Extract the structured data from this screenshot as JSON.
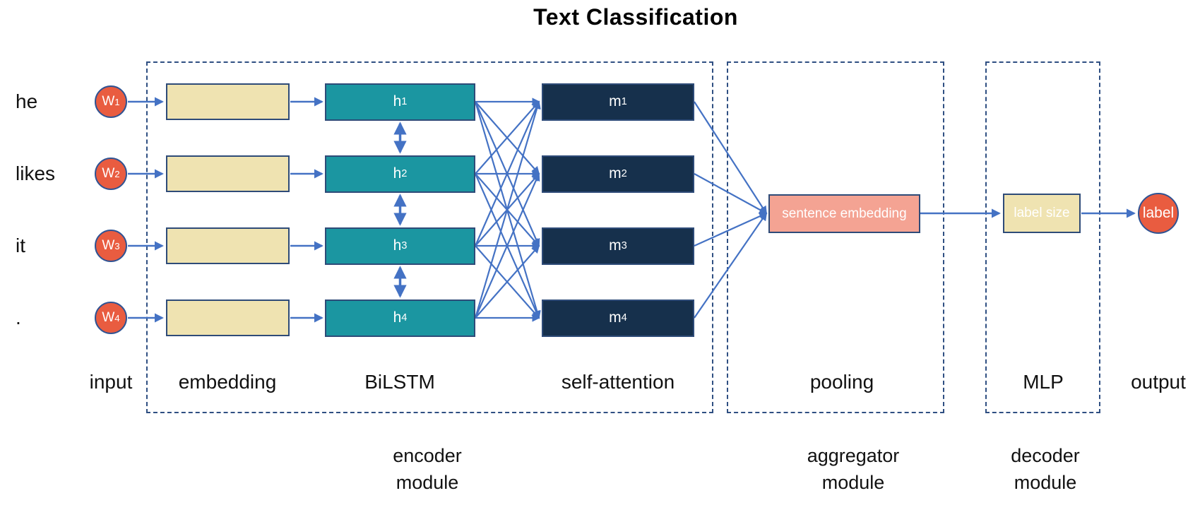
{
  "title": "Text Classification",
  "rows": [
    {
      "word": "he",
      "w": "W",
      "w_sub": "1",
      "h": "h",
      "h_sub": "1",
      "m": "m",
      "m_sub": "1"
    },
    {
      "word": "likes",
      "w": "W",
      "w_sub": "2",
      "h": "h",
      "h_sub": "2",
      "m": "m",
      "m_sub": "2"
    },
    {
      "word": "it",
      "w": "W",
      "w_sub": "3",
      "h": "h",
      "h_sub": "3",
      "m": "m",
      "m_sub": "3"
    },
    {
      "word": ".",
      "w": "W",
      "w_sub": "4",
      "h": "h",
      "h_sub": "4",
      "m": "m",
      "m_sub": "4"
    }
  ],
  "nodes": {
    "sentence_embedding": "sentence embedding",
    "label_size": "label size",
    "output_label": "label"
  },
  "column_labels": {
    "input": "input",
    "embedding": "embedding",
    "bilstm": "BiLSTM",
    "self_attention": "self-attention",
    "pooling": "pooling",
    "mlp": "MLP",
    "output": "output"
  },
  "module_labels": {
    "encoder_line1": "encoder",
    "encoder_line2": "module",
    "aggregator_line1": "aggregator",
    "aggregator_line2": "module",
    "decoder_line1": "decoder",
    "decoder_line2": "module"
  },
  "colors": {
    "input_circle": "#E95C40",
    "embedding_box": "#EFE3B1",
    "bilstm_box": "#1B96A1",
    "attention_box": "#16304C",
    "sentence_embedding_box": "#F4A393",
    "label_size_box": "#EFE3B1",
    "arrow": "#4472C4",
    "module_dashed_border": "#2F4F82",
    "box_border": "#2E4B78"
  }
}
